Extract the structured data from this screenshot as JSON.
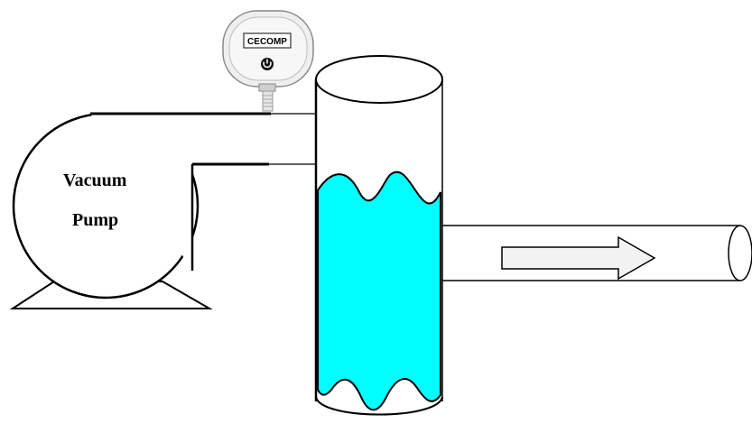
{
  "pump": {
    "label_line1": "Vacuum",
    "label_line2": "Pump"
  },
  "gauge": {
    "brand": "CECOMP",
    "power_icon": "power-icon"
  },
  "flow": {
    "arrow_icon": "arrow-right-icon"
  },
  "colors": {
    "liquid": "#00FFFF",
    "stroke": "#000000",
    "gauge_body": "#EFEFEF",
    "gauge_face": "#F7F7F7",
    "arrow_fill": "#F2F2F2"
  }
}
